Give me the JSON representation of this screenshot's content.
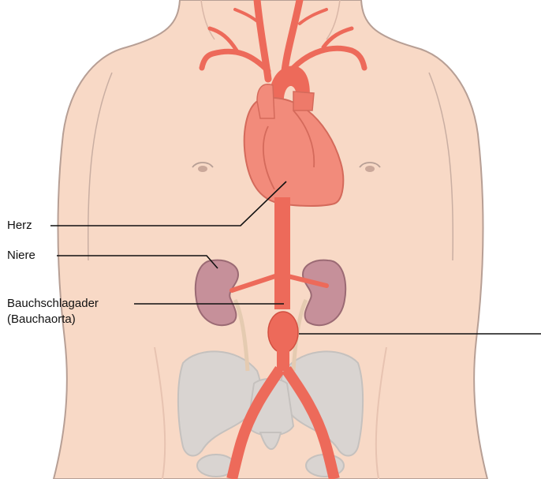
{
  "labels": {
    "heart": "Herz",
    "kidney": "Niere",
    "aorta_line1": "Bauchschlagader",
    "aorta_line2": "(Bauchaorta)"
  },
  "colors": {
    "skin": "#f8d9c6",
    "skin_outline": "#b79f95",
    "heart": "#f28b7b",
    "artery": "#ed6a5a",
    "kidney": "#c6909a",
    "bone": "#cfcfcf",
    "leader": "#111111"
  }
}
